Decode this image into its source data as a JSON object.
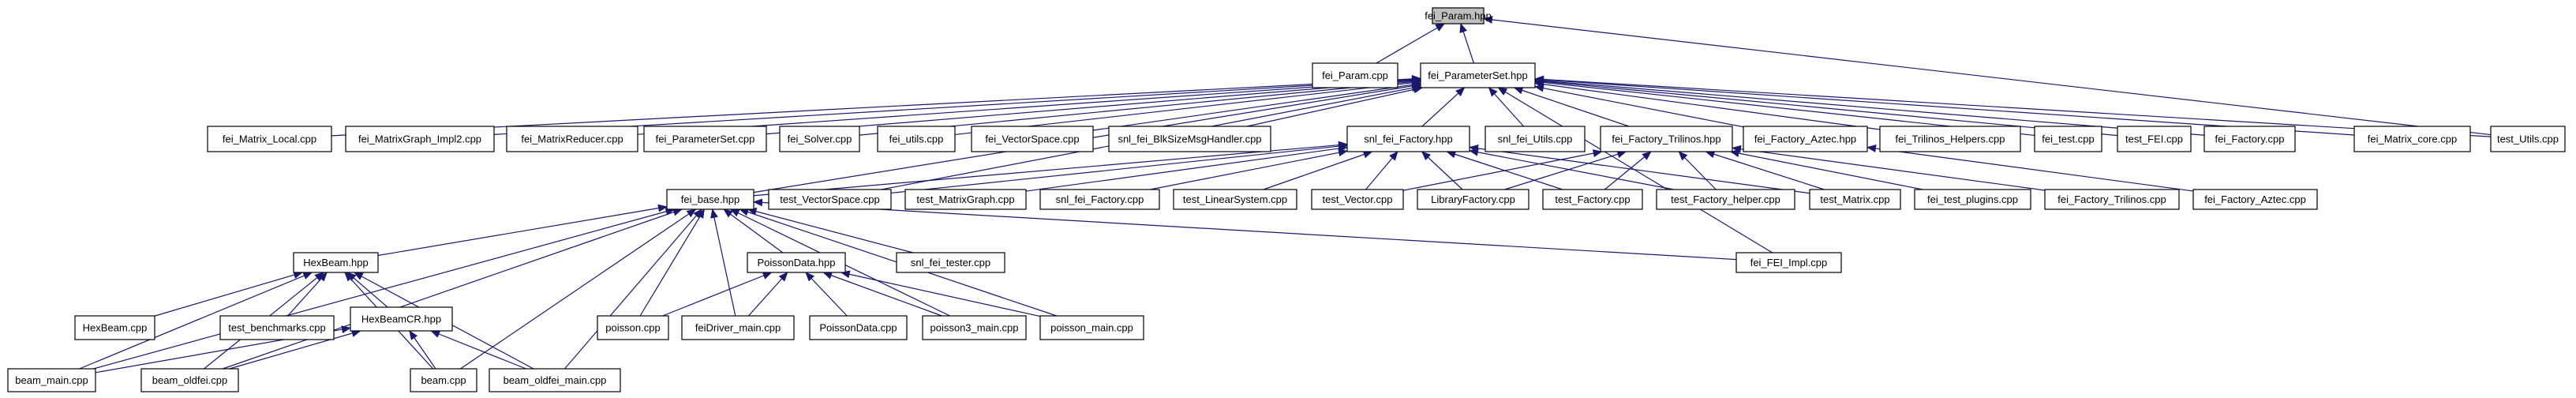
{
  "graph": {
    "title": "",
    "colors": {
      "edge": "#191970",
      "node_fill": "#ffffff",
      "node_border": "#000000",
      "root_fill": "#bfbfbf",
      "highlight_border": "#ff0000"
    },
    "nodes": [
      {
        "id": "fei_Param_hpp",
        "label": "fei_Param.hpp",
        "style": "root"
      },
      {
        "id": "fei_Param_cpp",
        "label": "fei_Param.cpp"
      },
      {
        "id": "fei_ParameterSet_hpp",
        "label": "fei_ParameterSet.hpp"
      },
      {
        "id": "test_Utils_cpp",
        "label": "test_Utils.cpp"
      },
      {
        "id": "fei_Matrix_Local_cpp",
        "label": "fei_Matrix_Local.cpp"
      },
      {
        "id": "fei_MatrixGraph_Impl2_cpp",
        "label": "fei_MatrixGraph_Impl2.cpp"
      },
      {
        "id": "fei_MatrixReducer_cpp",
        "label": "fei_MatrixReducer.cpp"
      },
      {
        "id": "fei_ParameterSet_cpp",
        "label": "fei_ParameterSet.cpp"
      },
      {
        "id": "fei_Solver_cpp",
        "label": "fei_Solver.cpp"
      },
      {
        "id": "fei_utils_cpp",
        "label": "fei_utils.cpp"
      },
      {
        "id": "fei_VectorSpace_cpp",
        "label": "fei_VectorSpace.cpp"
      },
      {
        "id": "snl_fei_BlkSizeMsgHandler_cpp",
        "label": "snl_fei_BlkSizeMsgHandler.cpp"
      },
      {
        "id": "snl_fei_Factory_hpp",
        "label": "snl_fei_Factory.hpp"
      },
      {
        "id": "snl_fei_Utils_cpp",
        "label": "snl_fei_Utils.cpp"
      },
      {
        "id": "fei_Factory_Trilinos_hpp",
        "label": "fei_Factory_Trilinos.hpp"
      },
      {
        "id": "fei_Factory_Aztec_hpp",
        "label": "fei_Factory_Aztec.hpp"
      },
      {
        "id": "fei_Trilinos_Helpers_cpp",
        "label": "fei_Trilinos_Helpers.cpp"
      },
      {
        "id": "fei_test_cpp",
        "label": "fei_test.cpp"
      },
      {
        "id": "test_FEI_cpp",
        "label": "test_FEI.cpp"
      },
      {
        "id": "fei_Factory_cpp",
        "label": "fei_Factory.cpp"
      },
      {
        "id": "fei_Matrix_core_cpp",
        "label": "fei_Matrix_core.cpp"
      },
      {
        "id": "fei_base_hpp",
        "label": "fei_base.hpp"
      },
      {
        "id": "test_VectorSpace_cpp",
        "label": "test_VectorSpace.cpp"
      },
      {
        "id": "test_MatrixGraph_cpp",
        "label": "test_MatrixGraph.cpp"
      },
      {
        "id": "snl_fei_Factory_cpp",
        "label": "snl_fei_Factory.cpp"
      },
      {
        "id": "test_LinearSystem_cpp",
        "label": "test_LinearSystem.cpp"
      },
      {
        "id": "test_Vector_cpp",
        "label": "test_Vector.cpp"
      },
      {
        "id": "LibraryFactory_cpp",
        "label": "LibraryFactory.cpp"
      },
      {
        "id": "test_Factory_cpp",
        "label": "test_Factory.cpp"
      },
      {
        "id": "test_Factory_helper_cpp",
        "label": "test_Factory_helper.cpp"
      },
      {
        "id": "test_Matrix_cpp",
        "label": "test_Matrix.cpp"
      },
      {
        "id": "fei_test_plugins_cpp",
        "label": "fei_test_plugins.cpp"
      },
      {
        "id": "fei_Factory_Trilinos_cpp",
        "label": "fei_Factory_Trilinos.cpp"
      },
      {
        "id": "fei_Factory_Aztec_cpp",
        "label": "fei_Factory_Aztec.cpp"
      },
      {
        "id": "HexBeam_hpp",
        "label": "HexBeam.hpp"
      },
      {
        "id": "PoissonData_hpp",
        "label": "PoissonData.hpp"
      },
      {
        "id": "snl_fei_tester_cpp",
        "label": "snl_fei_tester.cpp"
      },
      {
        "id": "fei_FEI_Impl_cpp",
        "label": "fei_FEI_Impl.cpp"
      },
      {
        "id": "HexBeam_cpp",
        "label": "HexBeam.cpp"
      },
      {
        "id": "test_benchmarks_cpp",
        "label": "test_benchmarks.cpp"
      },
      {
        "id": "HexBeamCR_hpp",
        "label": "HexBeamCR.hpp",
        "style": "highlight"
      },
      {
        "id": "poisson_cpp",
        "label": "poisson.cpp"
      },
      {
        "id": "feiDriver_main_cpp",
        "label": "feiDriver_main.cpp"
      },
      {
        "id": "PoissonData_cpp",
        "label": "PoissonData.cpp"
      },
      {
        "id": "poisson3_main_cpp",
        "label": "poisson3_main.cpp"
      },
      {
        "id": "poisson_main_cpp",
        "label": "poisson_main.cpp"
      },
      {
        "id": "beam_main_cpp",
        "label": "beam_main.cpp"
      },
      {
        "id": "beam_oldfei_cpp",
        "label": "beam_oldfei.cpp"
      },
      {
        "id": "beam_cpp",
        "label": "beam.cpp"
      },
      {
        "id": "beam_oldfei_main_cpp",
        "label": "beam_oldfei_main.cpp"
      }
    ],
    "edges": [
      [
        "fei_Param_cpp",
        "fei_Param_hpp"
      ],
      [
        "fei_ParameterSet_hpp",
        "fei_Param_hpp"
      ],
      [
        "test_Utils_cpp",
        "fei_Param_hpp"
      ],
      [
        "test_Utils_cpp",
        "fei_ParameterSet_hpp"
      ],
      [
        "fei_Matrix_Local_cpp",
        "fei_ParameterSet_hpp"
      ],
      [
        "fei_MatrixGraph_Impl2_cpp",
        "fei_ParameterSet_hpp"
      ],
      [
        "fei_MatrixReducer_cpp",
        "fei_ParameterSet_hpp"
      ],
      [
        "fei_ParameterSet_cpp",
        "fei_ParameterSet_hpp"
      ],
      [
        "fei_Solver_cpp",
        "fei_ParameterSet_hpp"
      ],
      [
        "fei_utils_cpp",
        "fei_ParameterSet_hpp"
      ],
      [
        "fei_VectorSpace_cpp",
        "fei_ParameterSet_hpp"
      ],
      [
        "snl_fei_BlkSizeMsgHandler_cpp",
        "fei_ParameterSet_hpp"
      ],
      [
        "snl_fei_Factory_hpp",
        "fei_ParameterSet_hpp"
      ],
      [
        "snl_fei_Utils_cpp",
        "fei_ParameterSet_hpp"
      ],
      [
        "fei_Factory_Trilinos_hpp",
        "fei_ParameterSet_hpp"
      ],
      [
        "fei_Factory_Aztec_hpp",
        "fei_ParameterSet_hpp"
      ],
      [
        "fei_Trilinos_Helpers_cpp",
        "fei_ParameterSet_hpp"
      ],
      [
        "fei_test_cpp",
        "fei_ParameterSet_hpp"
      ],
      [
        "test_FEI_cpp",
        "fei_ParameterSet_hpp"
      ],
      [
        "fei_Factory_cpp",
        "fei_ParameterSet_hpp"
      ],
      [
        "fei_Matrix_core_cpp",
        "fei_ParameterSet_hpp"
      ],
      [
        "fei_base_hpp",
        "fei_ParameterSet_hpp"
      ],
      [
        "test_VectorSpace_cpp",
        "fei_ParameterSet_hpp"
      ],
      [
        "fei_FEI_Impl_cpp",
        "fei_ParameterSet_hpp"
      ],
      [
        "fei_base_hpp",
        "snl_fei_Factory_hpp"
      ],
      [
        "test_VectorSpace_cpp",
        "snl_fei_Factory_hpp"
      ],
      [
        "test_MatrixGraph_cpp",
        "snl_fei_Factory_hpp"
      ],
      [
        "snl_fei_Factory_cpp",
        "snl_fei_Factory_hpp"
      ],
      [
        "test_LinearSystem_cpp",
        "snl_fei_Factory_hpp"
      ],
      [
        "test_Vector_cpp",
        "snl_fei_Factory_hpp"
      ],
      [
        "LibraryFactory_cpp",
        "snl_fei_Factory_hpp"
      ],
      [
        "test_Factory_cpp",
        "snl_fei_Factory_hpp"
      ],
      [
        "test_Factory_helper_cpp",
        "snl_fei_Factory_hpp"
      ],
      [
        "test_Matrix_cpp",
        "snl_fei_Factory_hpp"
      ],
      [
        "test_Vector_cpp",
        "fei_Factory_Trilinos_hpp"
      ],
      [
        "LibraryFactory_cpp",
        "fei_Factory_Trilinos_hpp"
      ],
      [
        "test_Factory_cpp",
        "fei_Factory_Trilinos_hpp"
      ],
      [
        "test_Factory_helper_cpp",
        "fei_Factory_Trilinos_hpp"
      ],
      [
        "test_Matrix_cpp",
        "fei_Factory_Trilinos_hpp"
      ],
      [
        "fei_test_plugins_cpp",
        "fei_Factory_Trilinos_hpp"
      ],
      [
        "fei_Factory_Trilinos_cpp",
        "fei_Factory_Trilinos_hpp"
      ],
      [
        "fei_Factory_Aztec_cpp",
        "fei_Factory_Aztec_hpp"
      ],
      [
        "HexBeam_hpp",
        "fei_base_hpp"
      ],
      [
        "PoissonData_hpp",
        "fei_base_hpp"
      ],
      [
        "snl_fei_tester_cpp",
        "fei_base_hpp"
      ],
      [
        "fei_FEI_Impl_cpp",
        "fei_base_hpp"
      ],
      [
        "poisson_cpp",
        "fei_base_hpp"
      ],
      [
        "feiDriver_main_cpp",
        "fei_base_hpp"
      ],
      [
        "poisson3_main_cpp",
        "fei_base_hpp"
      ],
      [
        "poisson_main_cpp",
        "fei_base_hpp"
      ],
      [
        "beam_main_cpp",
        "fei_base_hpp"
      ],
      [
        "beam_oldfei_cpp",
        "fei_base_hpp"
      ],
      [
        "beam_cpp",
        "fei_base_hpp"
      ],
      [
        "beam_oldfei_main_cpp",
        "fei_base_hpp"
      ],
      [
        "HexBeam_cpp",
        "HexBeam_hpp"
      ],
      [
        "test_benchmarks_cpp",
        "HexBeam_hpp"
      ],
      [
        "HexBeamCR_hpp",
        "HexBeam_hpp"
      ],
      [
        "beam_main_cpp",
        "HexBeam_hpp"
      ],
      [
        "beam_oldfei_cpp",
        "HexBeam_hpp"
      ],
      [
        "beam_cpp",
        "HexBeam_hpp"
      ],
      [
        "beam_oldfei_main_cpp",
        "HexBeam_hpp"
      ],
      [
        "beam_main_cpp",
        "HexBeamCR_hpp"
      ],
      [
        "beam_oldfei_cpp",
        "HexBeamCR_hpp"
      ],
      [
        "beam_cpp",
        "HexBeamCR_hpp"
      ],
      [
        "beam_oldfei_main_cpp",
        "HexBeamCR_hpp"
      ],
      [
        "poisson_cpp",
        "PoissonData_hpp"
      ],
      [
        "feiDriver_main_cpp",
        "PoissonData_hpp"
      ],
      [
        "PoissonData_cpp",
        "PoissonData_hpp"
      ],
      [
        "poisson3_main_cpp",
        "PoissonData_hpp"
      ],
      [
        "poisson_main_cpp",
        "PoissonData_hpp"
      ]
    ]
  }
}
